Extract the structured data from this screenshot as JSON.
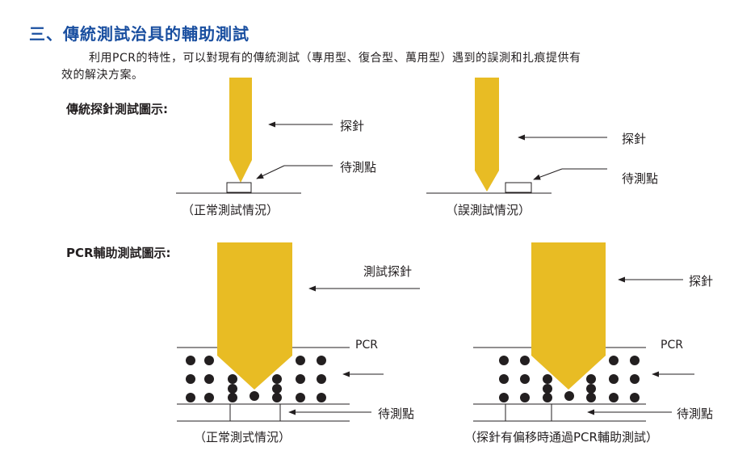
{
  "section": {
    "heading": "三、傳統測試治具的輔助測試",
    "intro_line1": "利用PCR的特性，可以對現有的傳統測試（專用型、復合型、萬用型）遇到的誤測和扎痕提供有",
    "intro_line2": "效的解決方案。"
  },
  "traditional": {
    "title": "傳統探針測試圖示:",
    "normal": {
      "probe_label": "探針",
      "point_label": "待測點",
      "caption": "（正常測試情況）"
    },
    "error": {
      "probe_label": "探針",
      "point_label": "待測點",
      "caption": "（誤測試情況）"
    }
  },
  "pcr": {
    "title": "PCR輔助測試圖示:",
    "normal": {
      "probe_label": "測試探針",
      "pcr_label": "PCR",
      "point_label": "待測點",
      "caption": "（正常測式情況）"
    },
    "offset": {
      "probe_label": "探針",
      "pcr_label": "PCR",
      "point_label": "待測點",
      "caption": "（探針有偏移時通過PCR輔助測試）"
    }
  },
  "colors": {
    "probe": "#e8bc24",
    "heading": "#1a4fa0",
    "ink": "#231f20"
  }
}
